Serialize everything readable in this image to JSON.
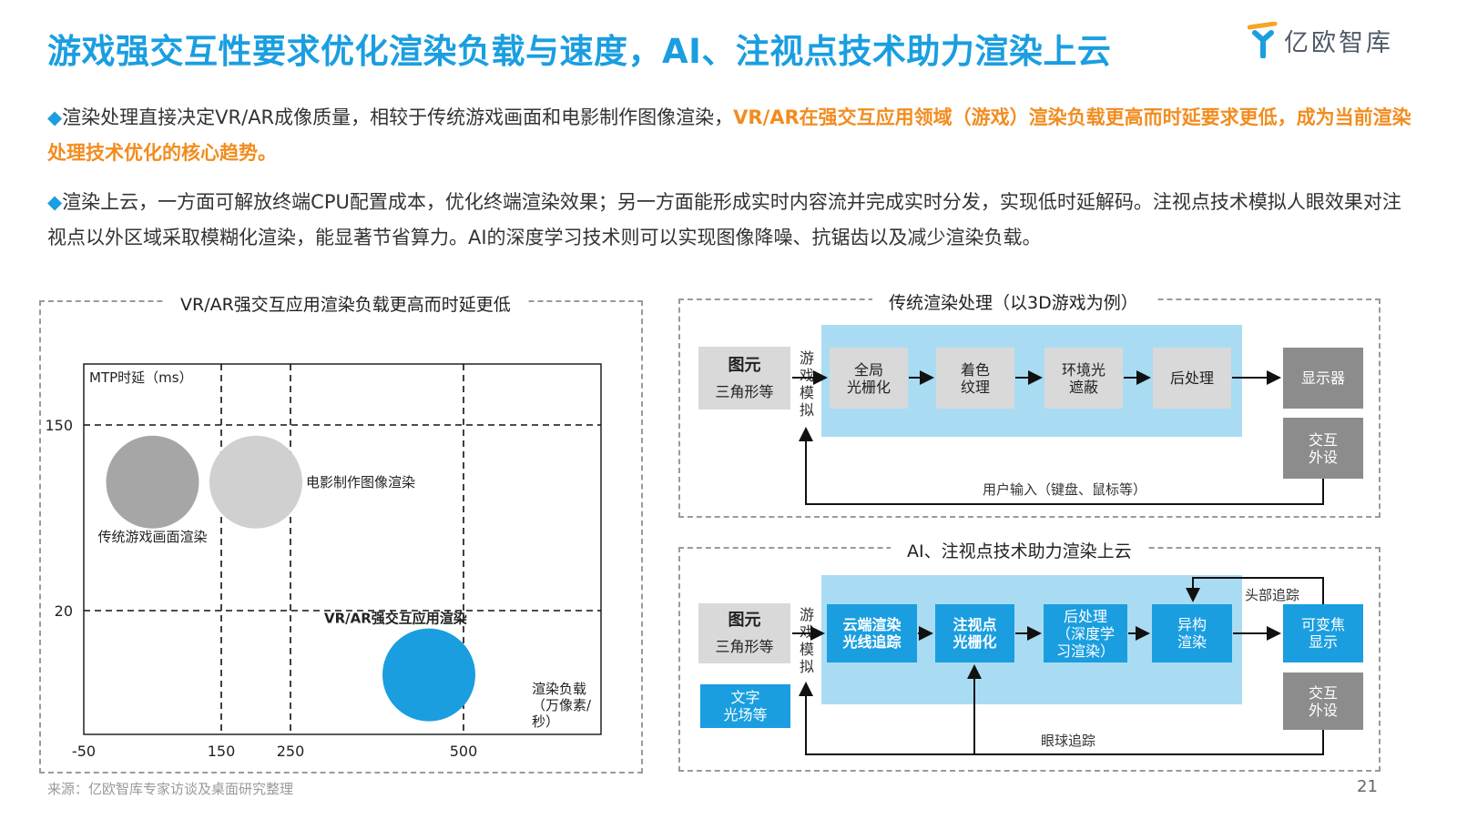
{
  "header": {
    "title": "游戏强交互性要求优化渲染负载与速度，AI、注视点技术助力渲染上云",
    "logo_text": "亿欧智库"
  },
  "paragraphs": {
    "p1_bullet": "◆",
    "p1_normal": "渲染处理直接决定VR/AR成像质量，相较于传统游戏画面和电影制作图像渲染，",
    "p1_highlight": "VR/AR在强交互应用领域（游戏）渲染负载更高而时延要求更低，成为当前渲染处理技术优化的核心趋势。",
    "p2_bullet": "◆",
    "p2_text": "渲染上云，一方面可解放终端CPU配置成本，优化终端渲染效果；另一方面能形成实时内容流并完成实时分发，实现低时延解码。注视点技术模拟人眼效果对注视点以外区域采取模糊化渲染，能显著节省算力。AI的深度学习技术则可以实现图像降噪、抗锯齿以及减少渲染负载。"
  },
  "chart_data": {
    "type": "scatter",
    "title": "VR/AR强交互应用渲染负载更高而时延更低",
    "ylabel": "MTP时延（ms）",
    "xlabel": "渲染负载（万像素/秒）",
    "xticks": [
      "-50",
      "150",
      "250",
      "500"
    ],
    "yticks": [
      "150",
      "20"
    ],
    "series": [
      {
        "name": "传统游戏画面渲染",
        "x": 50,
        "y": 110,
        "color": "#a6a6a6"
      },
      {
        "name": "电影制作图像渲染",
        "x": 200,
        "y": 110,
        "color": "#d0d0d0"
      },
      {
        "name": "VR/AR强交互应用渲染",
        "x": 450,
        "y": -25,
        "color": "#1a9ee0"
      }
    ],
    "grid": true
  },
  "diagram_traditional": {
    "title": "传统渲染处理（以3D游戏为例）",
    "primitive_title": "图元",
    "primitive_sub": "三角形等",
    "game_sim": "游戏模拟",
    "steps": [
      "全局\n光栅化",
      "着色\n纹理",
      "环境光\n遮蔽",
      "后处理"
    ],
    "display": "显示器",
    "peripheral": "交互\n外设",
    "feedback": "用户输入（键盘、鼠标等）"
  },
  "diagram_ai": {
    "title": "AI、注视点技术助力渲染上云",
    "primitive_title": "图元",
    "primitive_sub": "三角形等",
    "text_field": "文字\n光场等",
    "game_sim": "游戏模拟",
    "steps": [
      "云端渲染\n光线追踪",
      "注视点\n光栅化",
      "后处理\n（深度学\n习渲染）",
      "异构\n渲染"
    ],
    "display": "可变焦\n显示",
    "peripheral": "交互\n外设",
    "head_tracking": "头部追踪",
    "eye_tracking": "眼球追踪"
  },
  "footer": {
    "source": "来源：亿欧智库专家访谈及桌面研究整理",
    "page_number": "21"
  },
  "colors": {
    "brand_blue": "#1a9ee0",
    "highlight_orange": "#f28c1f",
    "light_blue": "#a9dcf3"
  }
}
